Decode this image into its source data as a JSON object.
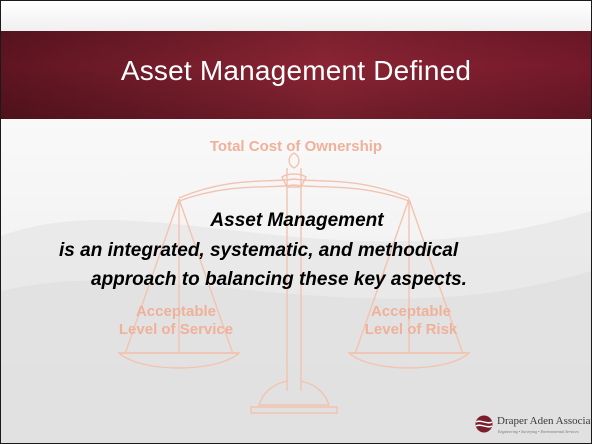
{
  "slide": {
    "title": "Asset Management Defined",
    "labels": {
      "top": "Total Cost of Ownership",
      "left_line1": "Acceptable",
      "left_line2": "Level of Service",
      "right_line1": "Acceptable",
      "right_line2": "Level of Risk"
    },
    "body": {
      "line1": "Asset Management",
      "line2": "is an integrated, systematic, and methodical",
      "line3": "approach to balancing these key aspects."
    },
    "logo": {
      "name": "Draper Aden Associates",
      "tagline": "Engineering • Surveying • Environmental Services"
    },
    "colors": {
      "title_bar": "#7a1e2e",
      "label_peach": "#efb19a",
      "scale_line": "#f2c3b0"
    }
  }
}
